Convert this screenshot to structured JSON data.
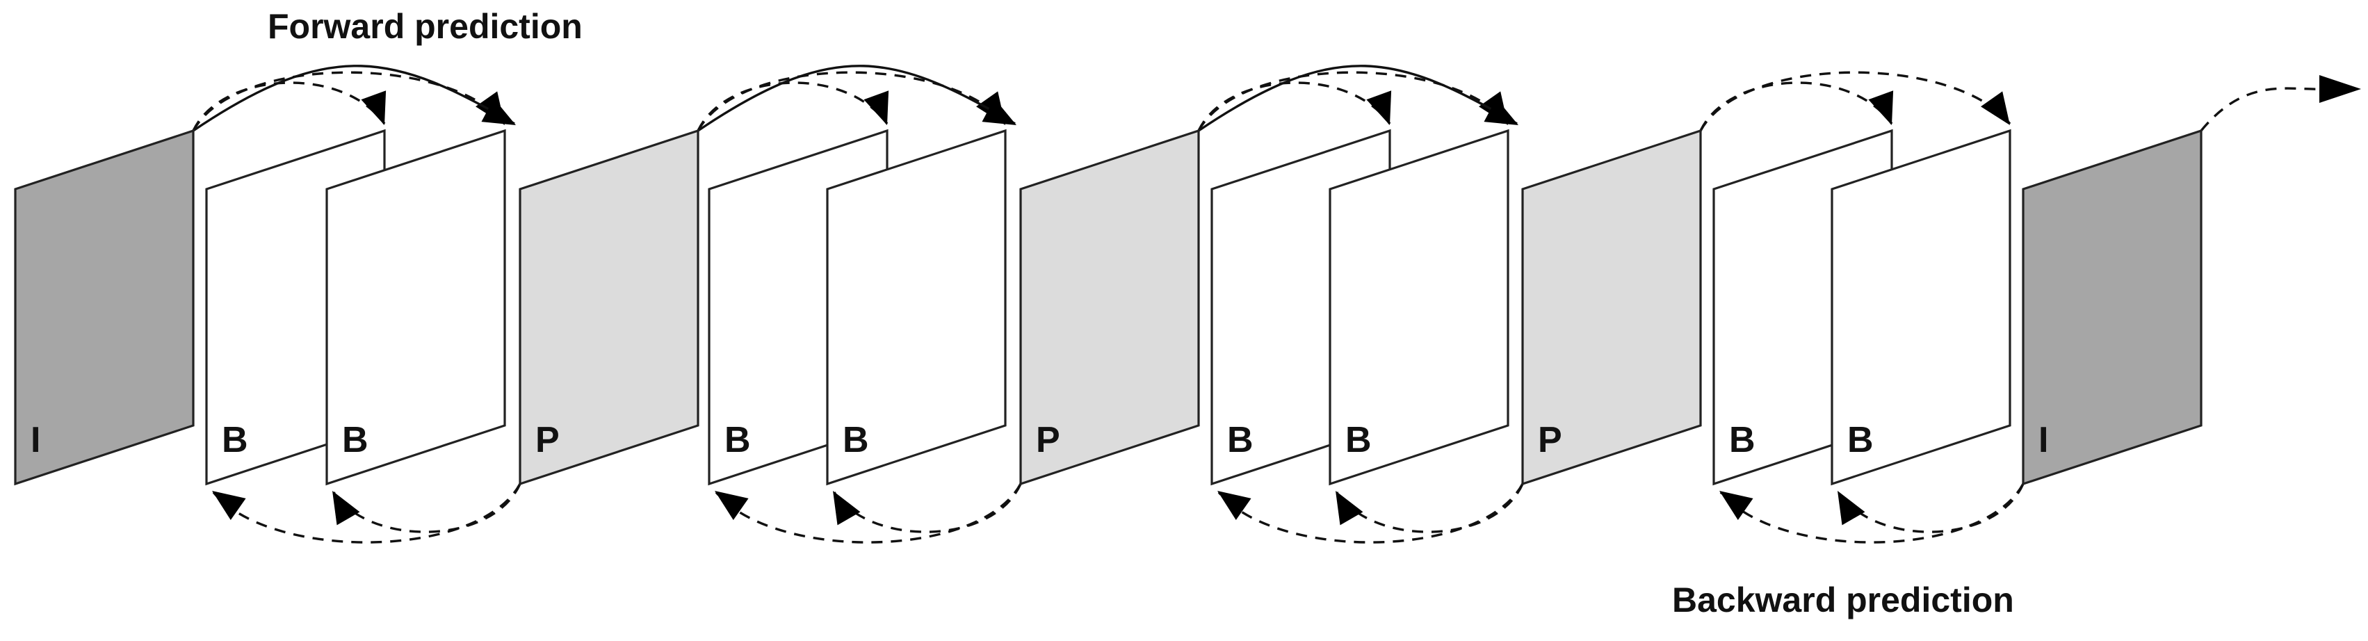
{
  "captions": {
    "forward": "Forward prediction",
    "backward": "Backward prediction"
  },
  "frames": [
    {
      "type": "I",
      "label": "I",
      "fill": "#a6a6a6"
    },
    {
      "type": "B",
      "label": "B",
      "fill": "#ffffff"
    },
    {
      "type": "B",
      "label": "B",
      "fill": "#ffffff"
    },
    {
      "type": "P",
      "label": "P",
      "fill": "#dcdcdc"
    },
    {
      "type": "B",
      "label": "B",
      "fill": "#ffffff"
    },
    {
      "type": "B",
      "label": "B",
      "fill": "#ffffff"
    },
    {
      "type": "P",
      "label": "P",
      "fill": "#dcdcdc"
    },
    {
      "type": "B",
      "label": "B",
      "fill": "#ffffff"
    },
    {
      "type": "B",
      "label": "B",
      "fill": "#ffffff"
    },
    {
      "type": "P",
      "label": "P",
      "fill": "#dcdcdc"
    },
    {
      "type": "B",
      "label": "B",
      "fill": "#ffffff"
    },
    {
      "type": "B",
      "label": "B",
      "fill": "#ffffff"
    },
    {
      "type": "I",
      "label": "I",
      "fill": "#a6a6a6"
    }
  ]
}
